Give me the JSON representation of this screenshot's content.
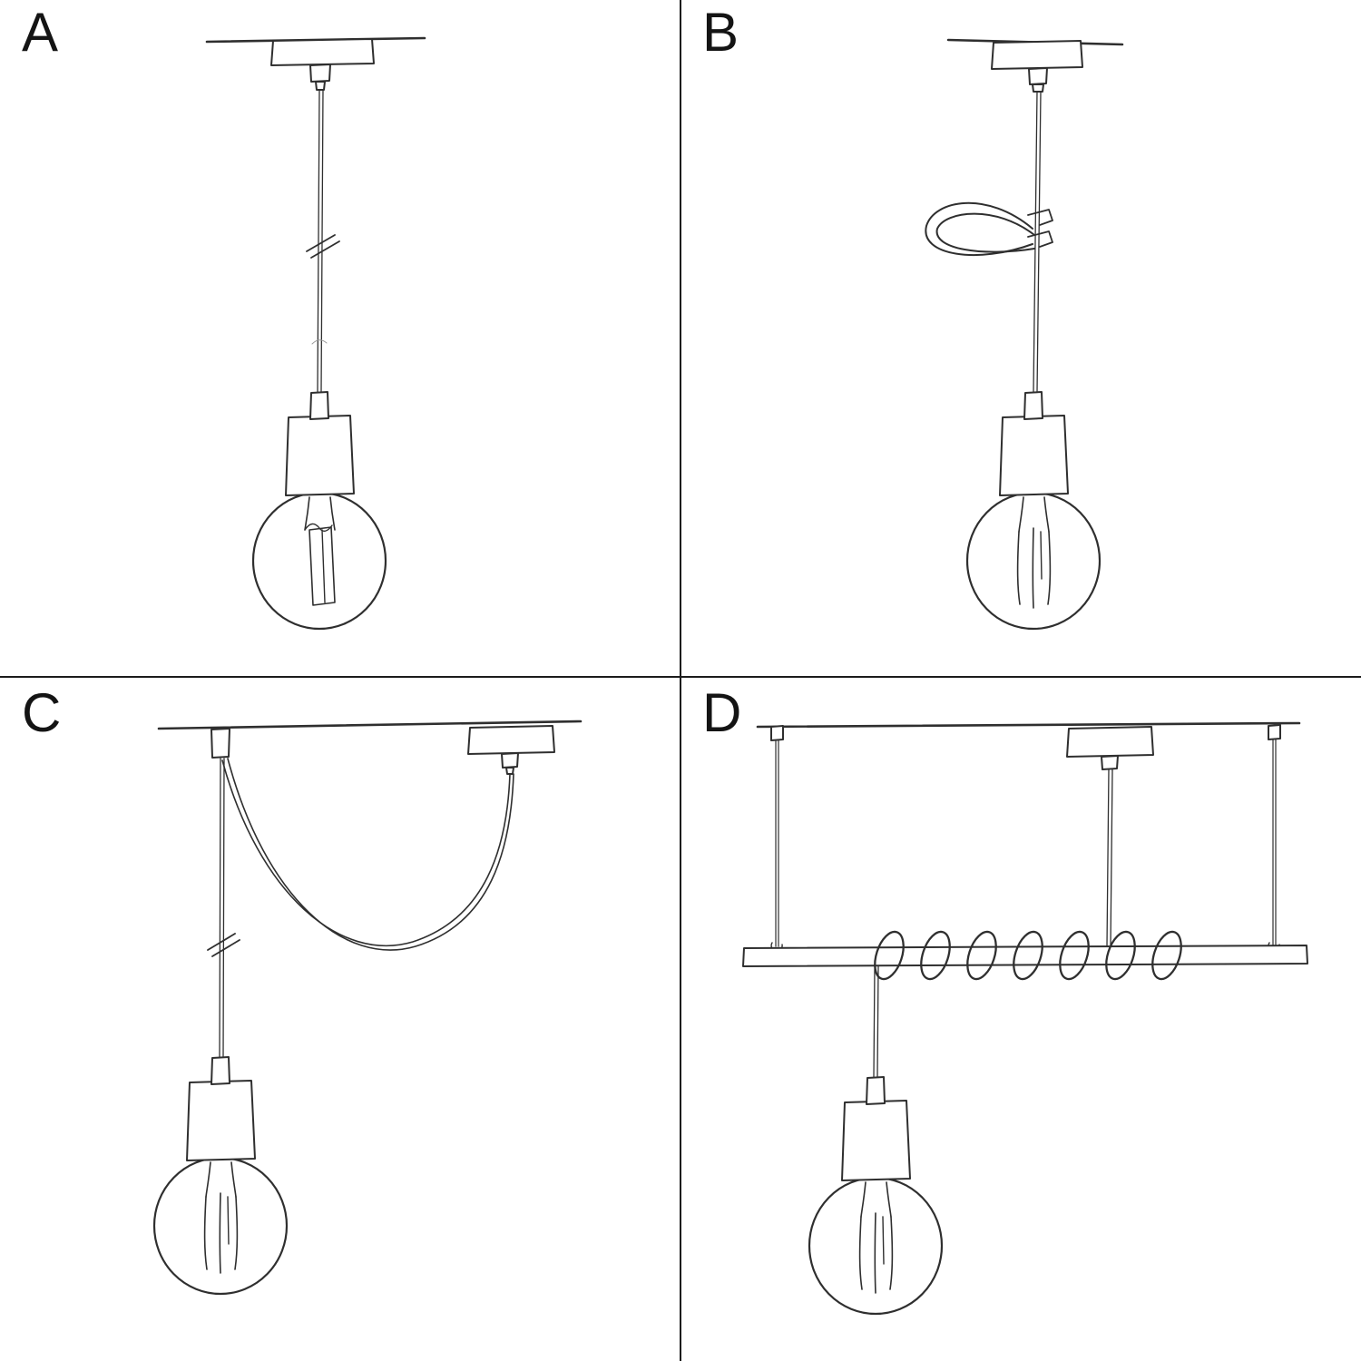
{
  "figure": {
    "title_visible": false,
    "background": "#ffffff",
    "ink_color": "#2f2f2f",
    "divider_color": "#1c1c1c"
  },
  "panels": [
    {
      "label": "A",
      "sketch": "pendant-straight-cable"
    },
    {
      "label": "B",
      "sketch": "pendant-with-cable-tie-loop"
    },
    {
      "label": "C",
      "sketch": "pendant-swag-with-ceiling-hook"
    },
    {
      "label": "D",
      "sketch": "pendant-coiled-on-suspended-bar"
    }
  ]
}
